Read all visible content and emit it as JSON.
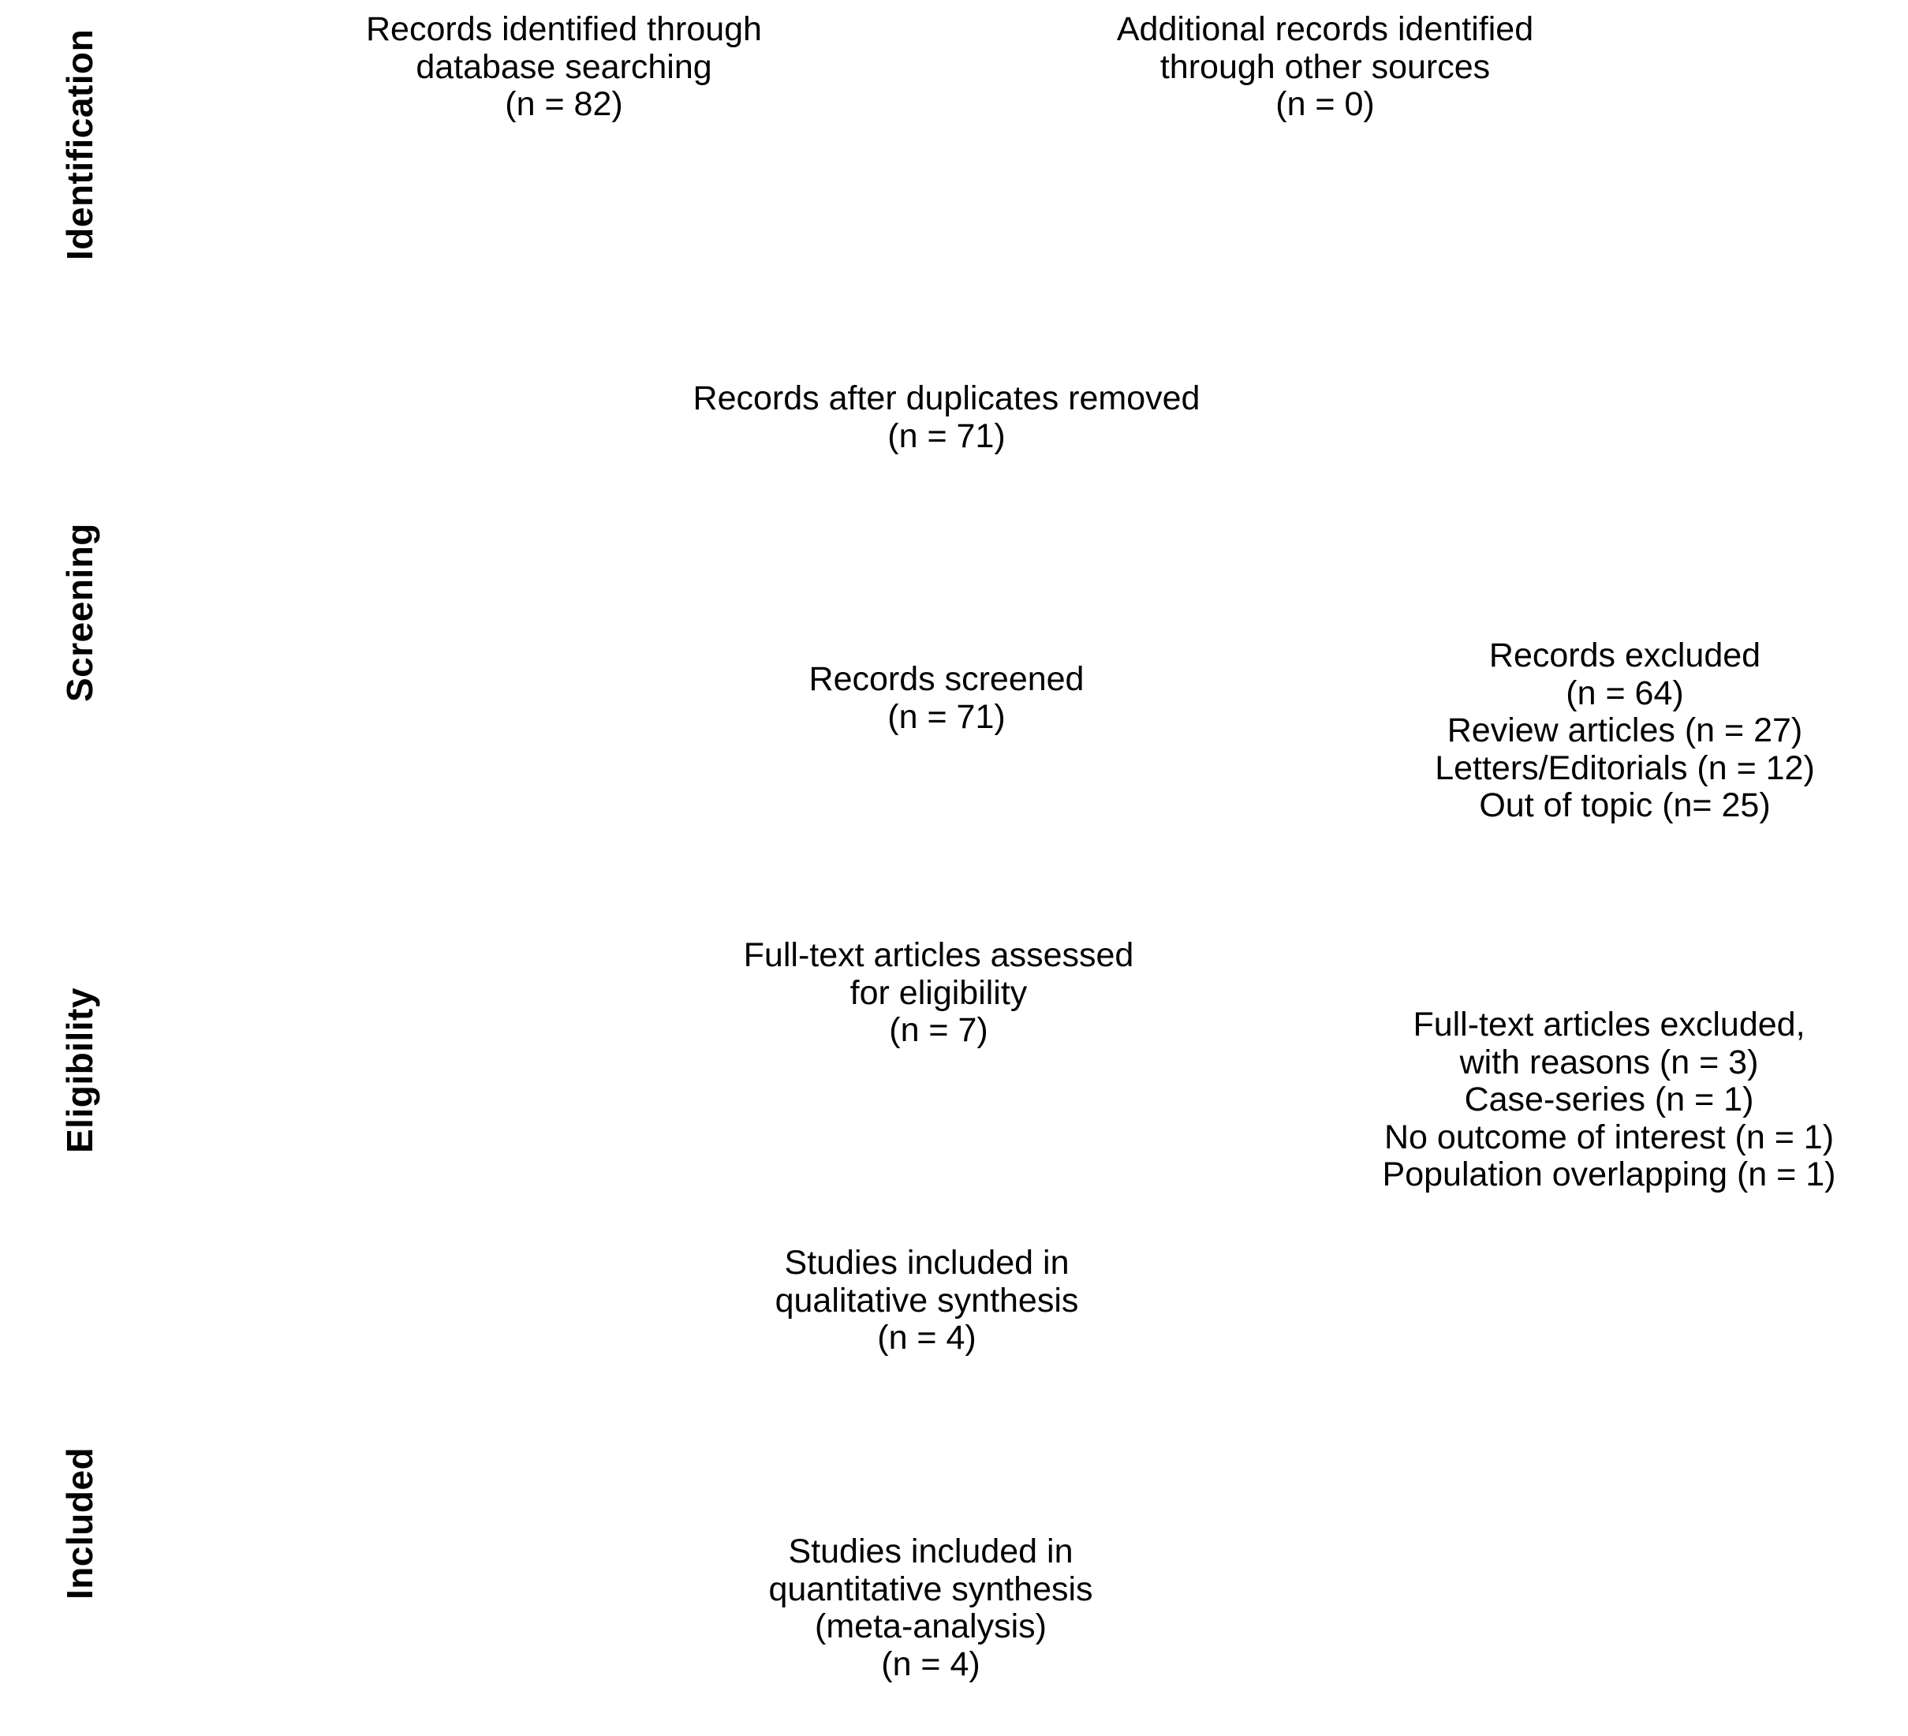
{
  "diagram": {
    "type": "prisma-flow-diagram",
    "stages": [
      {
        "id": "identification",
        "label": "Identification"
      },
      {
        "id": "screening",
        "label": "Screening"
      },
      {
        "id": "eligibility",
        "label": "Eligibility"
      },
      {
        "id": "included",
        "label": "Included"
      }
    ],
    "blocks": {
      "database_searching": {
        "line1": "Records identified through",
        "line2": "database searching",
        "line3": "(n = 82)"
      },
      "other_sources": {
        "line1": "Additional records identified",
        "line2": "through other sources",
        "line3": "(n = 0)"
      },
      "duplicates_removed": {
        "line1": "Records after duplicates removed",
        "line2": "(n = 71)"
      },
      "records_screened": {
        "line1": "Records screened",
        "line2": "(n = 71)"
      },
      "records_excluded": {
        "line1": "Records excluded",
        "line2": "(n = 64)",
        "line3": "Review articles (n = 27)",
        "line4": "Letters/Editorials (n = 12)",
        "line5": "Out of topic (n= 25)"
      },
      "fulltext_assessed": {
        "line1": "Full-text articles assessed",
        "line2": "for eligibility",
        "line3": "(n = 7)"
      },
      "fulltext_excluded": {
        "line1": "Full-text articles excluded,",
        "line2": "with reasons (n = 3)",
        "line3": "Case-series (n = 1)",
        "line4": "No outcome of interest (n = 1)",
        "line5": "Population overlapping (n = 1)"
      },
      "qualitative_synthesis": {
        "line1": "Studies included in",
        "line2": "qualitative synthesis",
        "line3": "(n = 4)"
      },
      "quantitative_synthesis": {
        "line1": "Studies included in",
        "line2": "quantitative synthesis",
        "line3": "(meta-analysis)",
        "line4": "(n = 4)"
      }
    },
    "counts": {
      "records_identified_database": 82,
      "records_identified_other": 0,
      "records_after_duplicates": 71,
      "records_screened": 71,
      "records_excluded_total": 64,
      "excluded_review_articles": 27,
      "excluded_letters_editorials": 12,
      "excluded_out_of_topic": 25,
      "fulltext_assessed": 7,
      "fulltext_excluded_total": 3,
      "excluded_case_series": 1,
      "excluded_no_outcome": 1,
      "excluded_population_overlap": 1,
      "included_qualitative": 4,
      "included_quantitative": 4
    },
    "colors": {
      "background": "#ffffff",
      "text": "#000000"
    }
  }
}
